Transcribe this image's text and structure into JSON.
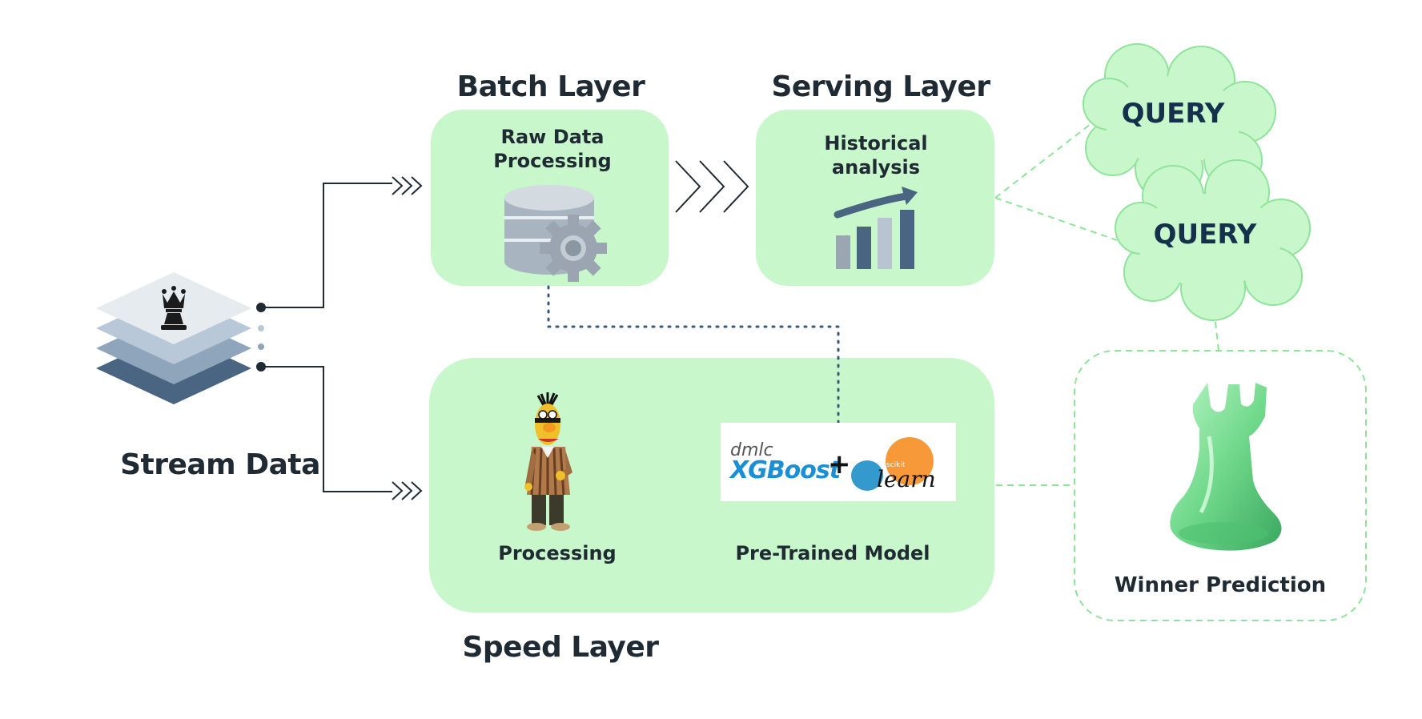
{
  "layers": {
    "batch": {
      "title": "Batch Layer",
      "caption_line1": "Raw Data",
      "caption_line2": "Processing"
    },
    "serving": {
      "title": "Serving Layer",
      "caption_line1": "Historical",
      "caption_line2": "analysis"
    },
    "speed": {
      "title": "Speed Layer",
      "processing_label": "Processing",
      "model_label": "Pre-Trained Model"
    }
  },
  "stream": {
    "label": "Stream Data"
  },
  "queries": [
    "QUERY",
    "QUERY"
  ],
  "prediction": {
    "label": "Winner Prediction"
  },
  "logos": {
    "xgboost_prefix": "dmlc",
    "xgboost_name": "XGBoost",
    "plus": "+",
    "sklearn_small": "scikit",
    "sklearn_name": "learn"
  },
  "colors": {
    "layer_fill": "#c8f7cc",
    "dark_text": "#1f2a33",
    "query_text": "#14304a",
    "connector": "#1f2a33",
    "dashed_connector": "#8fe39a",
    "dotted_connector": "#3a5a78"
  },
  "icons": {
    "stream": "layered-stack-with-chess-queen-icon",
    "batch": "database-gear-icon",
    "serving": "bar-chart-growth-arrow-icon",
    "processing": "puppet-character-icon",
    "prediction": "chess-rook-icon"
  }
}
